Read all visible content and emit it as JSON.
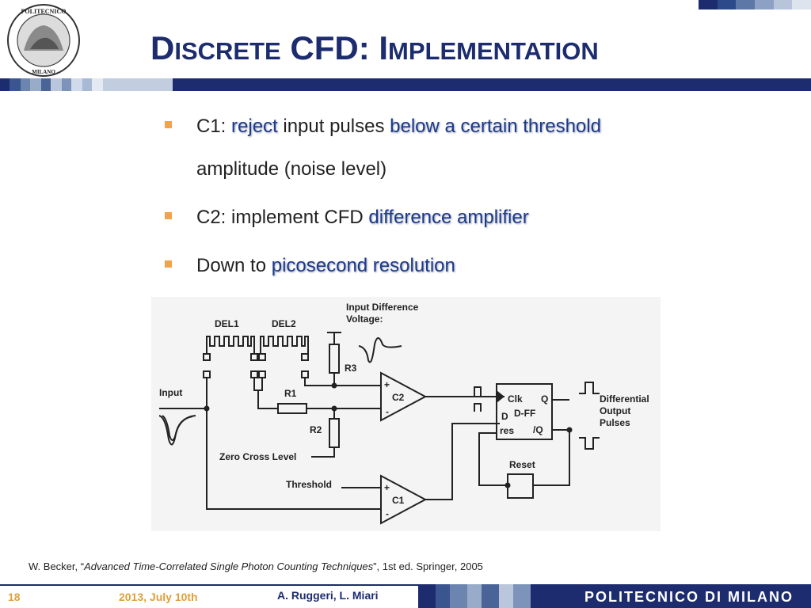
{
  "slide": {
    "title_first": "D",
    "title_rest_a": "ISCRETE",
    "title_mid": " CFD: I",
    "title_rest_b": "MPLEMENTATION"
  },
  "logo": {
    "top_text": "POLITECNICO",
    "bottom_text": "MILANO"
  },
  "bullets": [
    {
      "pre": "C1: ",
      "hl1": "reject",
      "mid": " input pulses ",
      "hl2": "below a certain threshold",
      "post": " amplitude (noise level)"
    },
    {
      "pre": "C2: implement CFD ",
      "hl1": "difference amplifier",
      "mid": "",
      "hl2": "",
      "post": ""
    },
    {
      "pre": "Down to ",
      "hl1": "picosecond resolution",
      "mid": "",
      "hl2": "",
      "post": ""
    }
  ],
  "circuit": {
    "del1": "DEL1",
    "del2": "DEL2",
    "input_diff_1": "Input Difference",
    "input_diff_2": "Voltage:",
    "input": "Input",
    "r1": "R1",
    "r2": "R2",
    "r3": "R3",
    "c1": "C1",
    "c2": "C2",
    "plus": "+",
    "minus": "-",
    "zero_cross": "Zero Cross Level",
    "threshold": "Threshold",
    "ff_clk": "Clk",
    "ff_q": "Q",
    "ff_d": "D",
    "ff_name": "D-FF",
    "ff_res": "res",
    "ff_nq": "/Q",
    "reset": "Reset",
    "out1": "Differential",
    "out2": "Output",
    "out3": "Pulses"
  },
  "citation": {
    "pre": "W. Becker, “",
    "title": "Advanced Time-Correlated Single Photon Counting Techniques",
    "post": "”, 1st ed. Springer, 2005"
  },
  "footer": {
    "slide_number": "18",
    "date": "2013, July 10th",
    "authors": "A. Ruggeri, L. Miari",
    "institution": "POLITECNICO DI MILANO"
  },
  "colors": {
    "title": "#1c2c6e",
    "bullet_mark": "#f2a14c",
    "highlight": "#1d3a8a",
    "footer_accent": "#e0a03a"
  }
}
